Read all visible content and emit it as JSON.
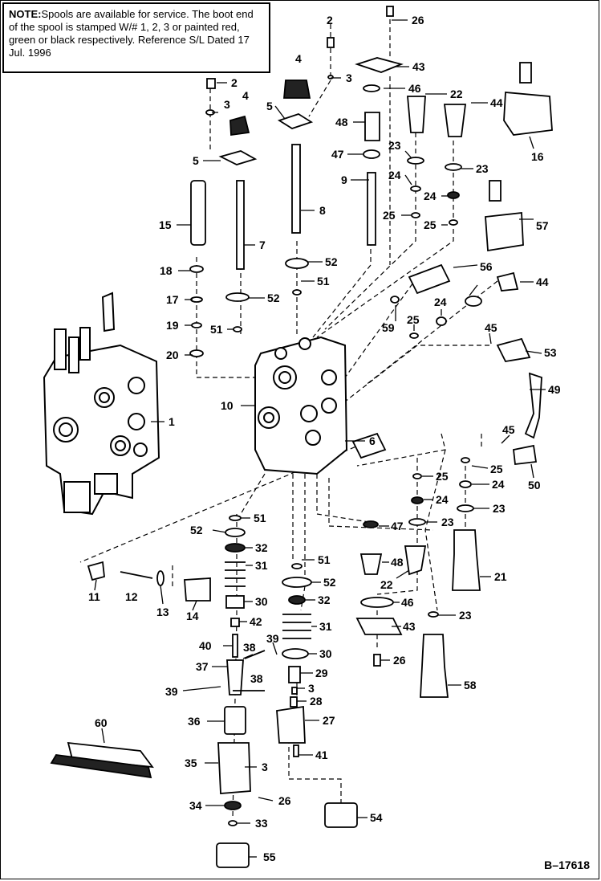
{
  "note": {
    "label": "NOTE:",
    "text": "Spools are available for service. The boot end of the spool is stamped W/# 1, 2, 3 or painted red, green or black respectively. Reference S/L Dated 17 Jul. 1996"
  },
  "document_id": "B–17618",
  "callouts": {
    "c1": "1",
    "c2a": "2",
    "c2b": "2",
    "c3a": "3",
    "c3b": "3",
    "c3c": "3",
    "c3d": "3",
    "c4a": "4",
    "c4b": "4",
    "c5a": "5",
    "c5b": "5",
    "c6": "6",
    "c7": "7",
    "c8": "8",
    "c9": "9",
    "c10": "10",
    "c11": "11",
    "c12": "12",
    "c13": "13",
    "c14": "14",
    "c15": "15",
    "c16": "16",
    "c17": "17",
    "c18": "18",
    "c19": "19",
    "c20": "20",
    "c21": "21",
    "c22a": "22",
    "c22b": "22",
    "c23a": "23",
    "c23b": "23",
    "c23c": "23",
    "c23d": "23",
    "c23e": "23",
    "c24a": "24",
    "c24b": "24",
    "c24c": "24",
    "c24d": "24",
    "c24e": "24",
    "c25a": "25",
    "c25b": "25",
    "c25c": "25",
    "c25d": "25",
    "c25e": "25",
    "c26a": "26",
    "c26b": "26",
    "c26c": "26",
    "c27": "27",
    "c28": "28",
    "c29": "29",
    "c30a": "30",
    "c30b": "30",
    "c31a": "31",
    "c31b": "31",
    "c32a": "32",
    "c32b": "32",
    "c33": "33",
    "c34": "34",
    "c35": "35",
    "c36": "36",
    "c37": "37",
    "c38a": "38",
    "c38b": "38",
    "c39a": "39",
    "c39b": "39",
    "c40": "40",
    "c41": "41",
    "c42": "42",
    "c43a": "43",
    "c43b": "43",
    "c44a": "44",
    "c44b": "44",
    "c45a": "45",
    "c45b": "45",
    "c46a": "46",
    "c46b": "46",
    "c47a": "47",
    "c47b": "47",
    "c48a": "48",
    "c48b": "48",
    "c49": "49",
    "c50": "50",
    "c51a": "51",
    "c51b": "51",
    "c51c": "51",
    "c51d": "51",
    "c52a": "52",
    "c52b": "52",
    "c52c": "52",
    "c52d": "52",
    "c53": "53",
    "c54": "54",
    "c55": "55",
    "c56": "56",
    "c57": "57",
    "c58": "58",
    "c59": "59",
    "c60": "60"
  }
}
